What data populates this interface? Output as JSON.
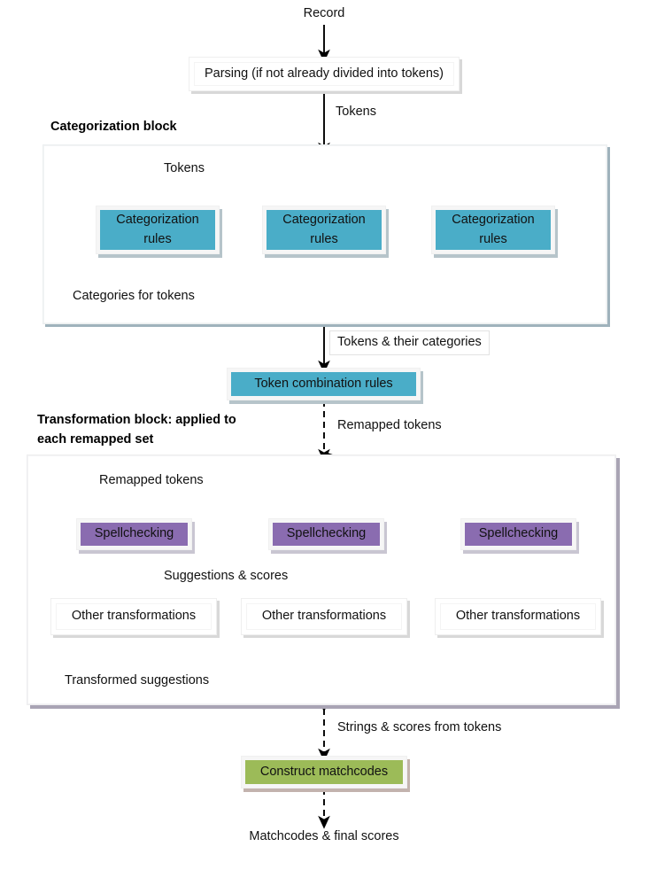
{
  "diagram": {
    "title": "Record matching / matchcode construction pipeline",
    "colors": {
      "teal": "#4aadc8",
      "purple": "#8a6cb0",
      "green": "#9cbb58",
      "white_box": "#ffffff",
      "cat_block_shadow": "#9fb2bc",
      "trans_block_shadow": "#a9a4b4",
      "arrow": "#000000"
    }
  },
  "nodes": {
    "record_input": "Record",
    "parsing": "Parsing (if not already divided into tokens)",
    "categorization_rules_1": "Categorization\nrules",
    "categorization_rules_2": "Categorization\nrules",
    "categorization_rules_3": "Categorization\nrules",
    "token_combination_rules": "Token combination rules",
    "spellchecking_1": "Spellchecking",
    "spellchecking_2": "Spellchecking",
    "spellchecking_3": "Spellchecking",
    "other_transformations_1": "Other transformations",
    "other_transformations_2": "Other transformations",
    "other_transformations_3": "Other transformations",
    "construct_matchcodes": "Construct matchcodes",
    "final_output": "Matchcodes & final scores"
  },
  "blocks": {
    "categorization_block_title": "Categorization block",
    "transformation_block_title": "Transformation block: applied to\neach remapped set"
  },
  "edge_labels": {
    "tokens_from_parsing": "Tokens",
    "tokens_in_cat_block": "Tokens",
    "categories_for_tokens": "Categories for tokens",
    "tokens_and_their_categories": "Tokens & their categories",
    "remapped_tokens_out": "Remapped tokens",
    "remapped_tokens_in_block": "Remapped tokens",
    "suggestions_and_scores": "Suggestions & scores",
    "transformed_suggestions": "Transformed suggestions",
    "strings_and_scores_from_tokens": "Strings & scores from tokens"
  }
}
